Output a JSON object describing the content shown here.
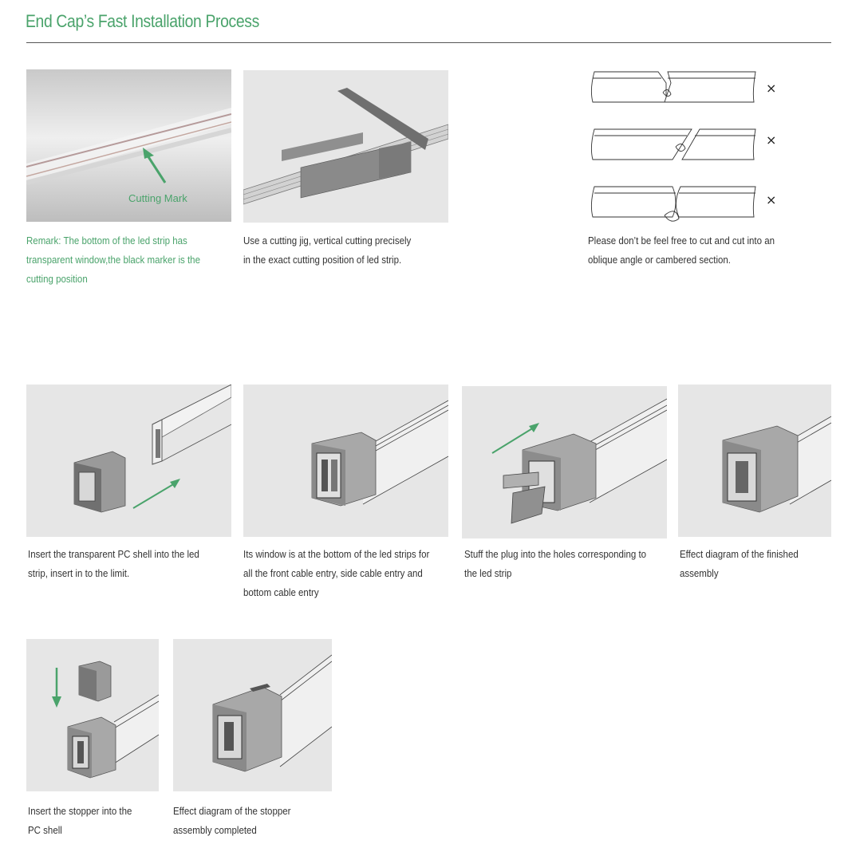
{
  "title": "End Cap’s Fast Installation Process",
  "row1": {
    "cutting_mark_label": "Cutting Mark",
    "caption1": [
      "Remark: The bottom of the led strip has",
      "transparent window,the black marker is the",
      "cutting position"
    ],
    "caption2": [
      "Use a cutting jig, vertical cutting precisely",
      "in the exact cutting position of led strip."
    ],
    "caption3": [
      "Please don’t be feel free to cut and cut into an",
      "oblique angle or cambered section."
    ],
    "wrong_mark": "×"
  },
  "row2": {
    "caption1": [
      "Insert the transparent PC shell into the led",
      "strip, insert in to the limit."
    ],
    "caption2": [
      "Its window is at the bottom of the led strips for",
      "all the front cable entry, side cable entry and",
      "bottom cable entry"
    ],
    "caption3": [
      "Stuff the plug into the holes corresponding to",
      "the led strip"
    ],
    "caption4": [
      "Effect diagram of the finished",
      "assembly"
    ]
  },
  "row3": {
    "caption1": [
      "Insert the stopper into the",
      "PC shell"
    ],
    "caption2": [
      "Effect diagram of the stopper",
      "assembly completed"
    ]
  },
  "colors": {
    "accent": "#4aa36b",
    "panel_bg": "#e6e6e6"
  }
}
